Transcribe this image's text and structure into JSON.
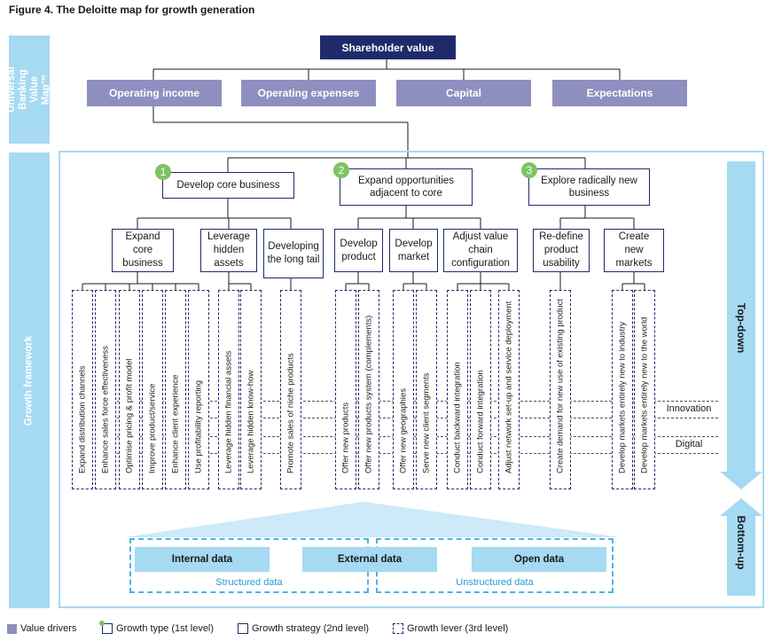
{
  "figure_title": "Figure 4. The Deloitte map for growth generation",
  "side_labels": {
    "top": "Universal Banking Value Map™",
    "bottom": "Growth framework"
  },
  "value_map": {
    "root": "Shareholder value",
    "drivers": [
      "Operating income",
      "Operating expenses",
      "Capital",
      "Expectations"
    ]
  },
  "growth_types": [
    {
      "num": "1",
      "label": "Develop core business"
    },
    {
      "num": "2",
      "label": "Expand opportunities adjacent to core"
    },
    {
      "num": "3",
      "label": "Explore radically new business"
    }
  ],
  "strategies": [
    "Expand core business",
    "Leverage hidden assets",
    "Developing the long tail",
    "Develop product",
    "Develop market",
    "Adjust value chain configuration",
    "Re-define product usability",
    "Create new markets"
  ],
  "levers": [
    "Expand distribution channels",
    "Enhance sales force effectiveness",
    "Optimise pricing & profit model",
    "Improve product/service",
    "Enhance client experience",
    "Use profitability reporting",
    "Leverage hidden financial assets",
    "Leverage hidden know-how",
    "Promote sales of niche products",
    "Offer new products",
    "Offer new products system (complements)",
    "Offer new geographies",
    "Serve new client segments",
    "Conduct backward integration",
    "Conduct forward integration",
    "Adjust network set-up and service deployment",
    "Create demand for new use of existing product",
    "Develop markets entirely new to industry",
    "Develop markets entirely new to the world"
  ],
  "bands": [
    "Innovation",
    "Digital"
  ],
  "arrows": {
    "top_down": "Top-down",
    "bottom_up": "Bottom-up"
  },
  "data_sources": [
    "Internal data",
    "External data",
    "Open data"
  ],
  "data_groups": [
    "Structured data",
    "Unstructured data"
  ],
  "legend": [
    "Value drivers",
    "Growth type (1st level)",
    "Growth strategy (2nd level)",
    "Growth lever (3rd level)"
  ],
  "colors": {
    "navy": "#1f2a6b",
    "lavender": "#8e8fbe",
    "light_blue": "#a6d9f2",
    "green": "#7dc462",
    "blue_text": "#2b9bd8"
  }
}
